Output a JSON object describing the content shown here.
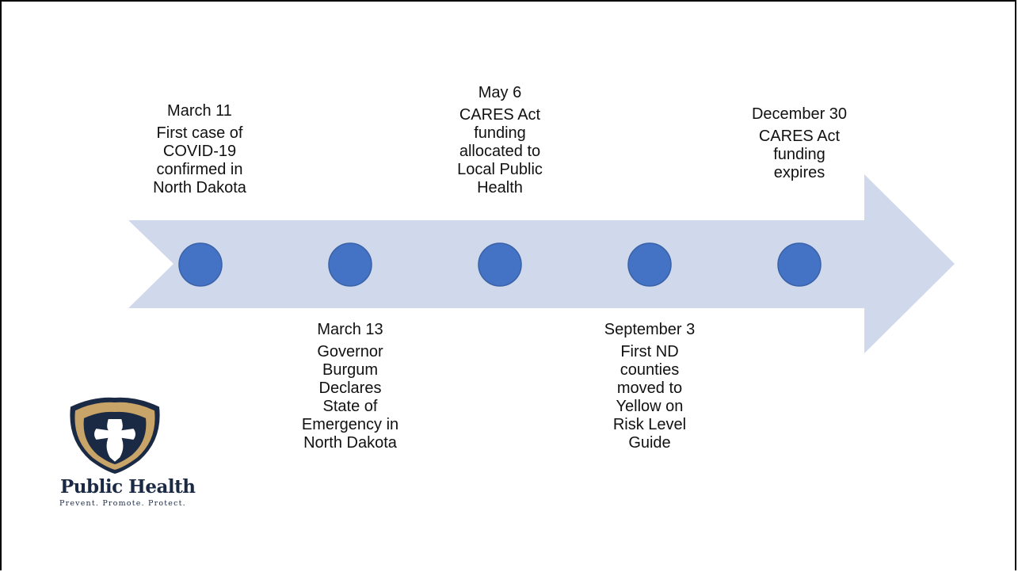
{
  "colors": {
    "arrow": "#D0D8EB",
    "marker": "#4472C4",
    "marker_stroke": "#3A62A8",
    "logo_navy": "#1B2A44",
    "logo_gold": "#C9A468"
  },
  "events": [
    {
      "date": "March 11",
      "desc_lines": [
        "First case of",
        "COVID-19",
        "confirmed in",
        "North Dakota"
      ]
    },
    {
      "date": "March 13",
      "desc_lines": [
        "Governor",
        "Burgum",
        "Declares",
        "State of",
        "Emergency in",
        "North Dakota"
      ]
    },
    {
      "date": "May 6",
      "desc_lines": [
        "CARES Act",
        "funding",
        "allocated to",
        "Local Public",
        "Health"
      ]
    },
    {
      "date": "September 3",
      "desc_lines": [
        "First ND",
        "counties",
        "moved to",
        "Yellow on",
        "Risk Level",
        "Guide"
      ]
    },
    {
      "date": "December 30",
      "desc_lines": [
        "CARES Act",
        "funding",
        "expires"
      ]
    }
  ],
  "logo": {
    "icon": "shield-cross-icon",
    "title": "Public Health",
    "tagline": "Prevent. Promote. Protect."
  }
}
